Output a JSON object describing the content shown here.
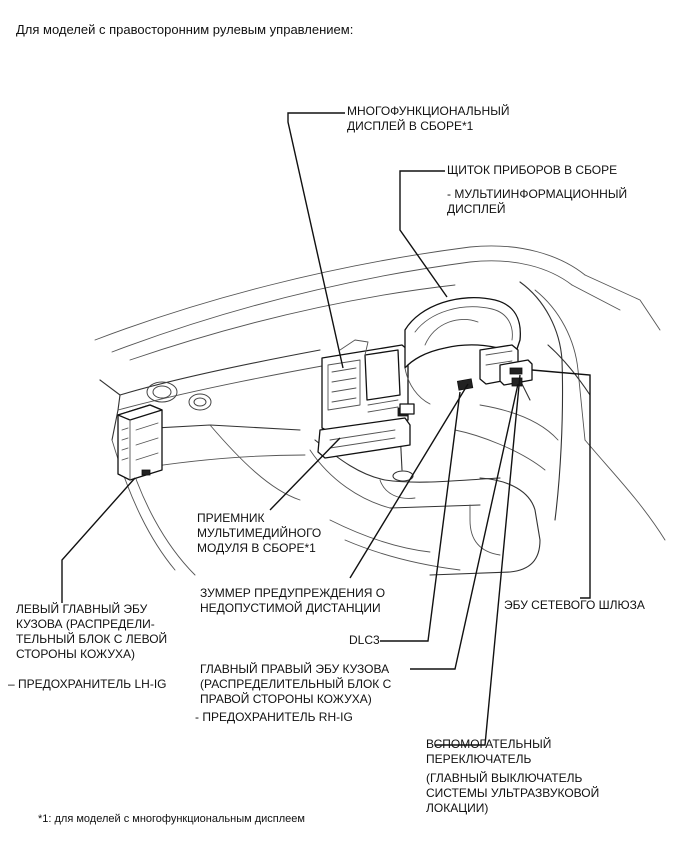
{
  "title": "Для моделей с правосторонним рулевым управлением:",
  "labels": {
    "multi_display": [
      "МНОГОФУНКЦИОНАЛЬНЫЙ",
      "ДИСПЛЕЙ В СБОРЕ*1"
    ],
    "combination_meter": [
      "ЩИТОК ПРИБОРОВ В СБОРЕ"
    ],
    "multi_info_display": [
      "- МУЛЬТИИНФОРМАЦИОННЫЙ",
      "ДИСПЛЕЙ"
    ],
    "multimedia_receiver": [
      "ПРИЕМНИК",
      "МУЛЬТИМЕДИЙНОГО",
      "МОДУЛЯ В СБОРЕ*1"
    ],
    "clearance_buzzer": [
      "ЗУММЕР ПРЕДУПРЕЖДЕНИЯ О",
      "НЕДОПУСТИМОЙ ДИСТАНЦИИ"
    ],
    "dlc3": [
      "DLC3"
    ],
    "gateway_ecu": [
      "ЭБУ СЕТЕВОГО ШЛЮЗА"
    ],
    "main_body_ecu_left": [
      "ЛЕВЫЙ ГЛАВНЫЙ ЭБУ",
      "КУЗОВА (РАСПРЕДЕЛИ-",
      "ТЕЛЬНЫЙ БЛОК С ЛЕВОЙ",
      "СТОРОНЫ КОЖУХА)"
    ],
    "fuse_lh_ig": [
      "– ПРЕДОХРАНИТЕЛЬ LH-IG"
    ],
    "main_body_ecu_right": [
      "ГЛАВНЫЙ ПРАВЫЙ ЭБУ КУЗОВА",
      "(РАСПРЕДЕЛИТЕЛЬНЫЙ БЛОК С",
      "ПРАВОЙ СТОРОНЫ КОЖУХА)"
    ],
    "fuse_rh_ig": [
      "- ПРЕДОХРАНИТЕЛЬ RH-IG"
    ],
    "sub_switch": [
      "ВСПОМОГАТЕЛЬНЫЙ",
      "ПЕРЕКЛЮЧАТЕЛЬ"
    ],
    "sub_switch_detail": [
      "(ГЛАВНЫЙ ВЫКЛЮЧАТЕЛЬ",
      "СИСТЕМЫ УЛЬТРАЗВУКОВОЙ",
      "ЛОКАЦИИ)"
    ]
  },
  "footnote": "*1: для моделей с многофункциональным дисплеем"
}
